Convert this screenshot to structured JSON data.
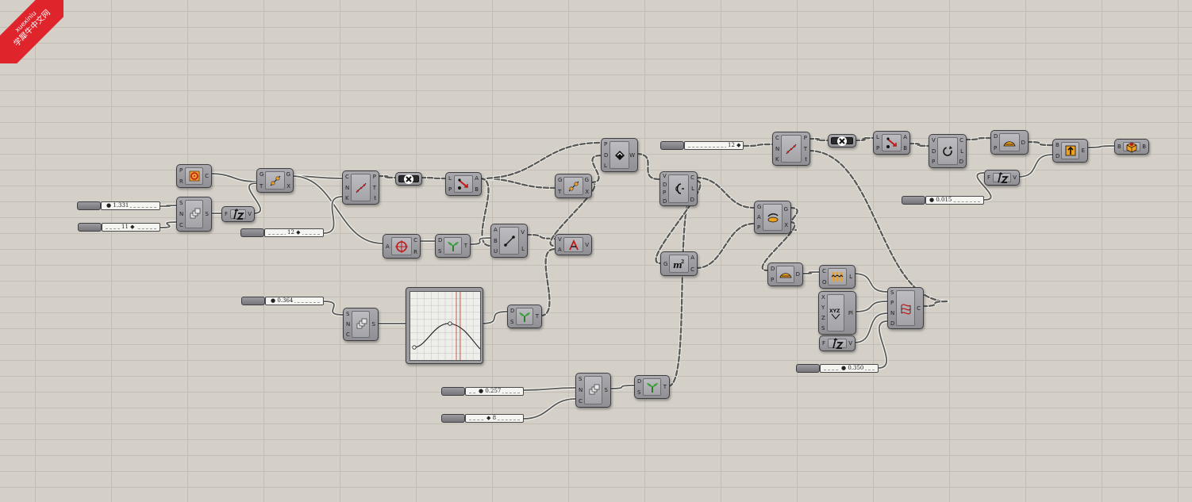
{
  "watermark": {
    "brand": "xuexiniu",
    "label": "学犀牛中文网"
  },
  "accent_colors": {
    "canvas": "#d4d0c8",
    "grid": "#c2beb6",
    "component": "#9c9ca0",
    "wire": "#5a5a58",
    "graph_guide": "#c0392b"
  },
  "sliders": [
    {
      "id": "s1",
      "value": "1.331"
    },
    {
      "id": "s2",
      "value": "11"
    },
    {
      "id": "s3",
      "value": "12"
    },
    {
      "id": "s4",
      "value": "0.364"
    },
    {
      "id": "s5",
      "value": "0.257"
    },
    {
      "id": "s6",
      "value": "8"
    },
    {
      "id": "s7",
      "value": "12"
    },
    {
      "id": "s8",
      "value": "0.015"
    },
    {
      "id": "s9",
      "value": "0.350"
    }
  ],
  "components": [
    {
      "id": "c01",
      "name": "circle-component",
      "icon": "circle-icon",
      "inputs": [
        "P",
        "R"
      ],
      "outputs": [
        "C"
      ]
    },
    {
      "id": "c02",
      "name": "series-component",
      "icon": "series-icon",
      "inputs": [
        "S",
        "N",
        "C"
      ],
      "outputs": [
        "S"
      ]
    },
    {
      "id": "c03",
      "name": "unit-z-component",
      "icon": "unit-z-icon",
      "inputs": [
        "F"
      ],
      "outputs": [
        "V"
      ]
    },
    {
      "id": "c04",
      "name": "move-component",
      "icon": "move-icon",
      "inputs": [
        "G",
        "T"
      ],
      "outputs": [
        "G",
        "X"
      ]
    },
    {
      "id": "c05",
      "name": "divide-curve-component",
      "icon": "divide-curve-icon",
      "inputs": [
        "C",
        "N",
        "K"
      ],
      "outputs": [
        "P",
        "T",
        "t"
      ]
    },
    {
      "id": "c06",
      "name": "cull-component",
      "icon": "cull-icon",
      "inputs": [],
      "outputs": []
    },
    {
      "id": "c07",
      "name": "vector-2pt-component",
      "icon": "vector-icon",
      "inputs": [
        "L",
        "P"
      ],
      "outputs": [
        "A",
        "B"
      ]
    },
    {
      "id": "c08",
      "name": "move-component-2",
      "icon": "move-icon",
      "inputs": [
        "G",
        "T"
      ],
      "outputs": [
        "G",
        "X"
      ]
    },
    {
      "id": "c09",
      "name": "polyline-component",
      "icon": "polyline-icon",
      "inputs": [
        "P",
        "D",
        "L"
      ],
      "outputs": [
        "W"
      ]
    },
    {
      "id": "c10",
      "name": "center-component",
      "icon": "center-icon",
      "inputs": [
        "A"
      ],
      "outputs": [
        "C",
        "R"
      ]
    },
    {
      "id": "c11",
      "name": "graft-component",
      "icon": "graft-icon",
      "inputs": [
        "D",
        "S"
      ],
      "outputs": [
        "T"
      ]
    },
    {
      "id": "c12",
      "name": "line-component",
      "icon": "line-icon",
      "inputs": [
        "A",
        "B",
        "U"
      ],
      "outputs": [
        "V",
        "L"
      ]
    },
    {
      "id": "c13",
      "name": "amplitude-component",
      "icon": "amplitude-icon",
      "inputs": [
        "V",
        "A"
      ],
      "outputs": [
        "V"
      ]
    },
    {
      "id": "c14",
      "name": "series-component-2",
      "icon": "series-icon",
      "inputs": [
        "S",
        "N",
        "C"
      ],
      "outputs": [
        "S"
      ]
    },
    {
      "id": "c15",
      "name": "graft-component-2",
      "icon": "graft-icon",
      "inputs": [
        "D",
        "S"
      ],
      "outputs": [
        "T"
      ]
    },
    {
      "id": "c16",
      "name": "series-component-3",
      "icon": "series-icon",
      "inputs": [
        "S",
        "N",
        "C"
      ],
      "outputs": [
        "S"
      ]
    },
    {
      "id": "c17",
      "name": "graft-component-3",
      "icon": "graft-icon",
      "inputs": [
        "D",
        "S"
      ],
      "outputs": [
        "T"
      ]
    },
    {
      "id": "c18",
      "name": "offset-component",
      "icon": "offset-icon",
      "inputs": [
        "V",
        "D",
        "P",
        "D"
      ],
      "outputs": [
        "C",
        "L",
        "D"
      ]
    },
    {
      "id": "c19",
      "name": "area-component",
      "icon": "area-icon",
      "inputs": [
        "G"
      ],
      "outputs": [
        "A",
        "C"
      ]
    },
    {
      "id": "c20",
      "name": "orient-component",
      "icon": "orient-icon",
      "inputs": [
        "G",
        "A",
        "P"
      ],
      "outputs": [
        "G",
        "X"
      ]
    },
    {
      "id": "c21",
      "name": "divide-curve-component-2",
      "icon": "divide-curve-icon",
      "inputs": [
        "C",
        "N",
        "K"
      ],
      "outputs": [
        "P",
        "T",
        "t"
      ]
    },
    {
      "id": "c22",
      "name": "cull-component-2",
      "icon": "cull-icon",
      "inputs": [],
      "outputs": []
    },
    {
      "id": "c23",
      "name": "vector-2pt-component-2",
      "icon": "vector-icon",
      "inputs": [
        "L",
        "P"
      ],
      "outputs": [
        "A",
        "B"
      ]
    },
    {
      "id": "c24",
      "name": "rotate-component",
      "icon": "rotate-icon",
      "inputs": [
        "V",
        "D",
        "P"
      ],
      "outputs": [
        "C",
        "L",
        "D"
      ]
    },
    {
      "id": "c25",
      "name": "shift-list-component",
      "icon": "shift-list-icon",
      "inputs": [
        "D",
        "P"
      ],
      "outputs": [
        "D"
      ]
    },
    {
      "id": "c26",
      "name": "unit-z-component-2",
      "icon": "unit-z-icon",
      "inputs": [
        "F"
      ],
      "outputs": [
        "V"
      ]
    },
    {
      "id": "c27",
      "name": "extrude-component",
      "icon": "extrude-icon",
      "inputs": [
        "B",
        "D"
      ],
      "outputs": [
        "E"
      ]
    },
    {
      "id": "c28",
      "name": "cap-holes-component",
      "icon": "cap-icon",
      "inputs": [
        "B"
      ],
      "outputs": [
        "B"
      ]
    },
    {
      "id": "c29",
      "name": "shift-list-component-2",
      "icon": "shift-list-icon",
      "inputs": [
        "D",
        "P"
      ],
      "outputs": [
        "D"
      ]
    },
    {
      "id": "c30",
      "name": "divide-length-component",
      "icon": "divide-length-icon",
      "inputs": [
        "C",
        "O"
      ],
      "outputs": [
        "L"
      ]
    },
    {
      "id": "c31",
      "name": "construct-plane-component",
      "icon": "xyz-plane-icon",
      "inputs": [
        "X",
        "Y",
        "Z",
        "S"
      ],
      "outputs": [
        "Pl"
      ]
    },
    {
      "id": "c32",
      "name": "unit-z-component-3",
      "icon": "unit-z-icon",
      "inputs": [
        "F"
      ],
      "outputs": [
        "V"
      ]
    },
    {
      "id": "c33",
      "name": "loft-component",
      "icon": "loft-icon",
      "inputs": [
        "S",
        "P",
        "N",
        "D"
      ],
      "outputs": [
        "C"
      ]
    }
  ]
}
